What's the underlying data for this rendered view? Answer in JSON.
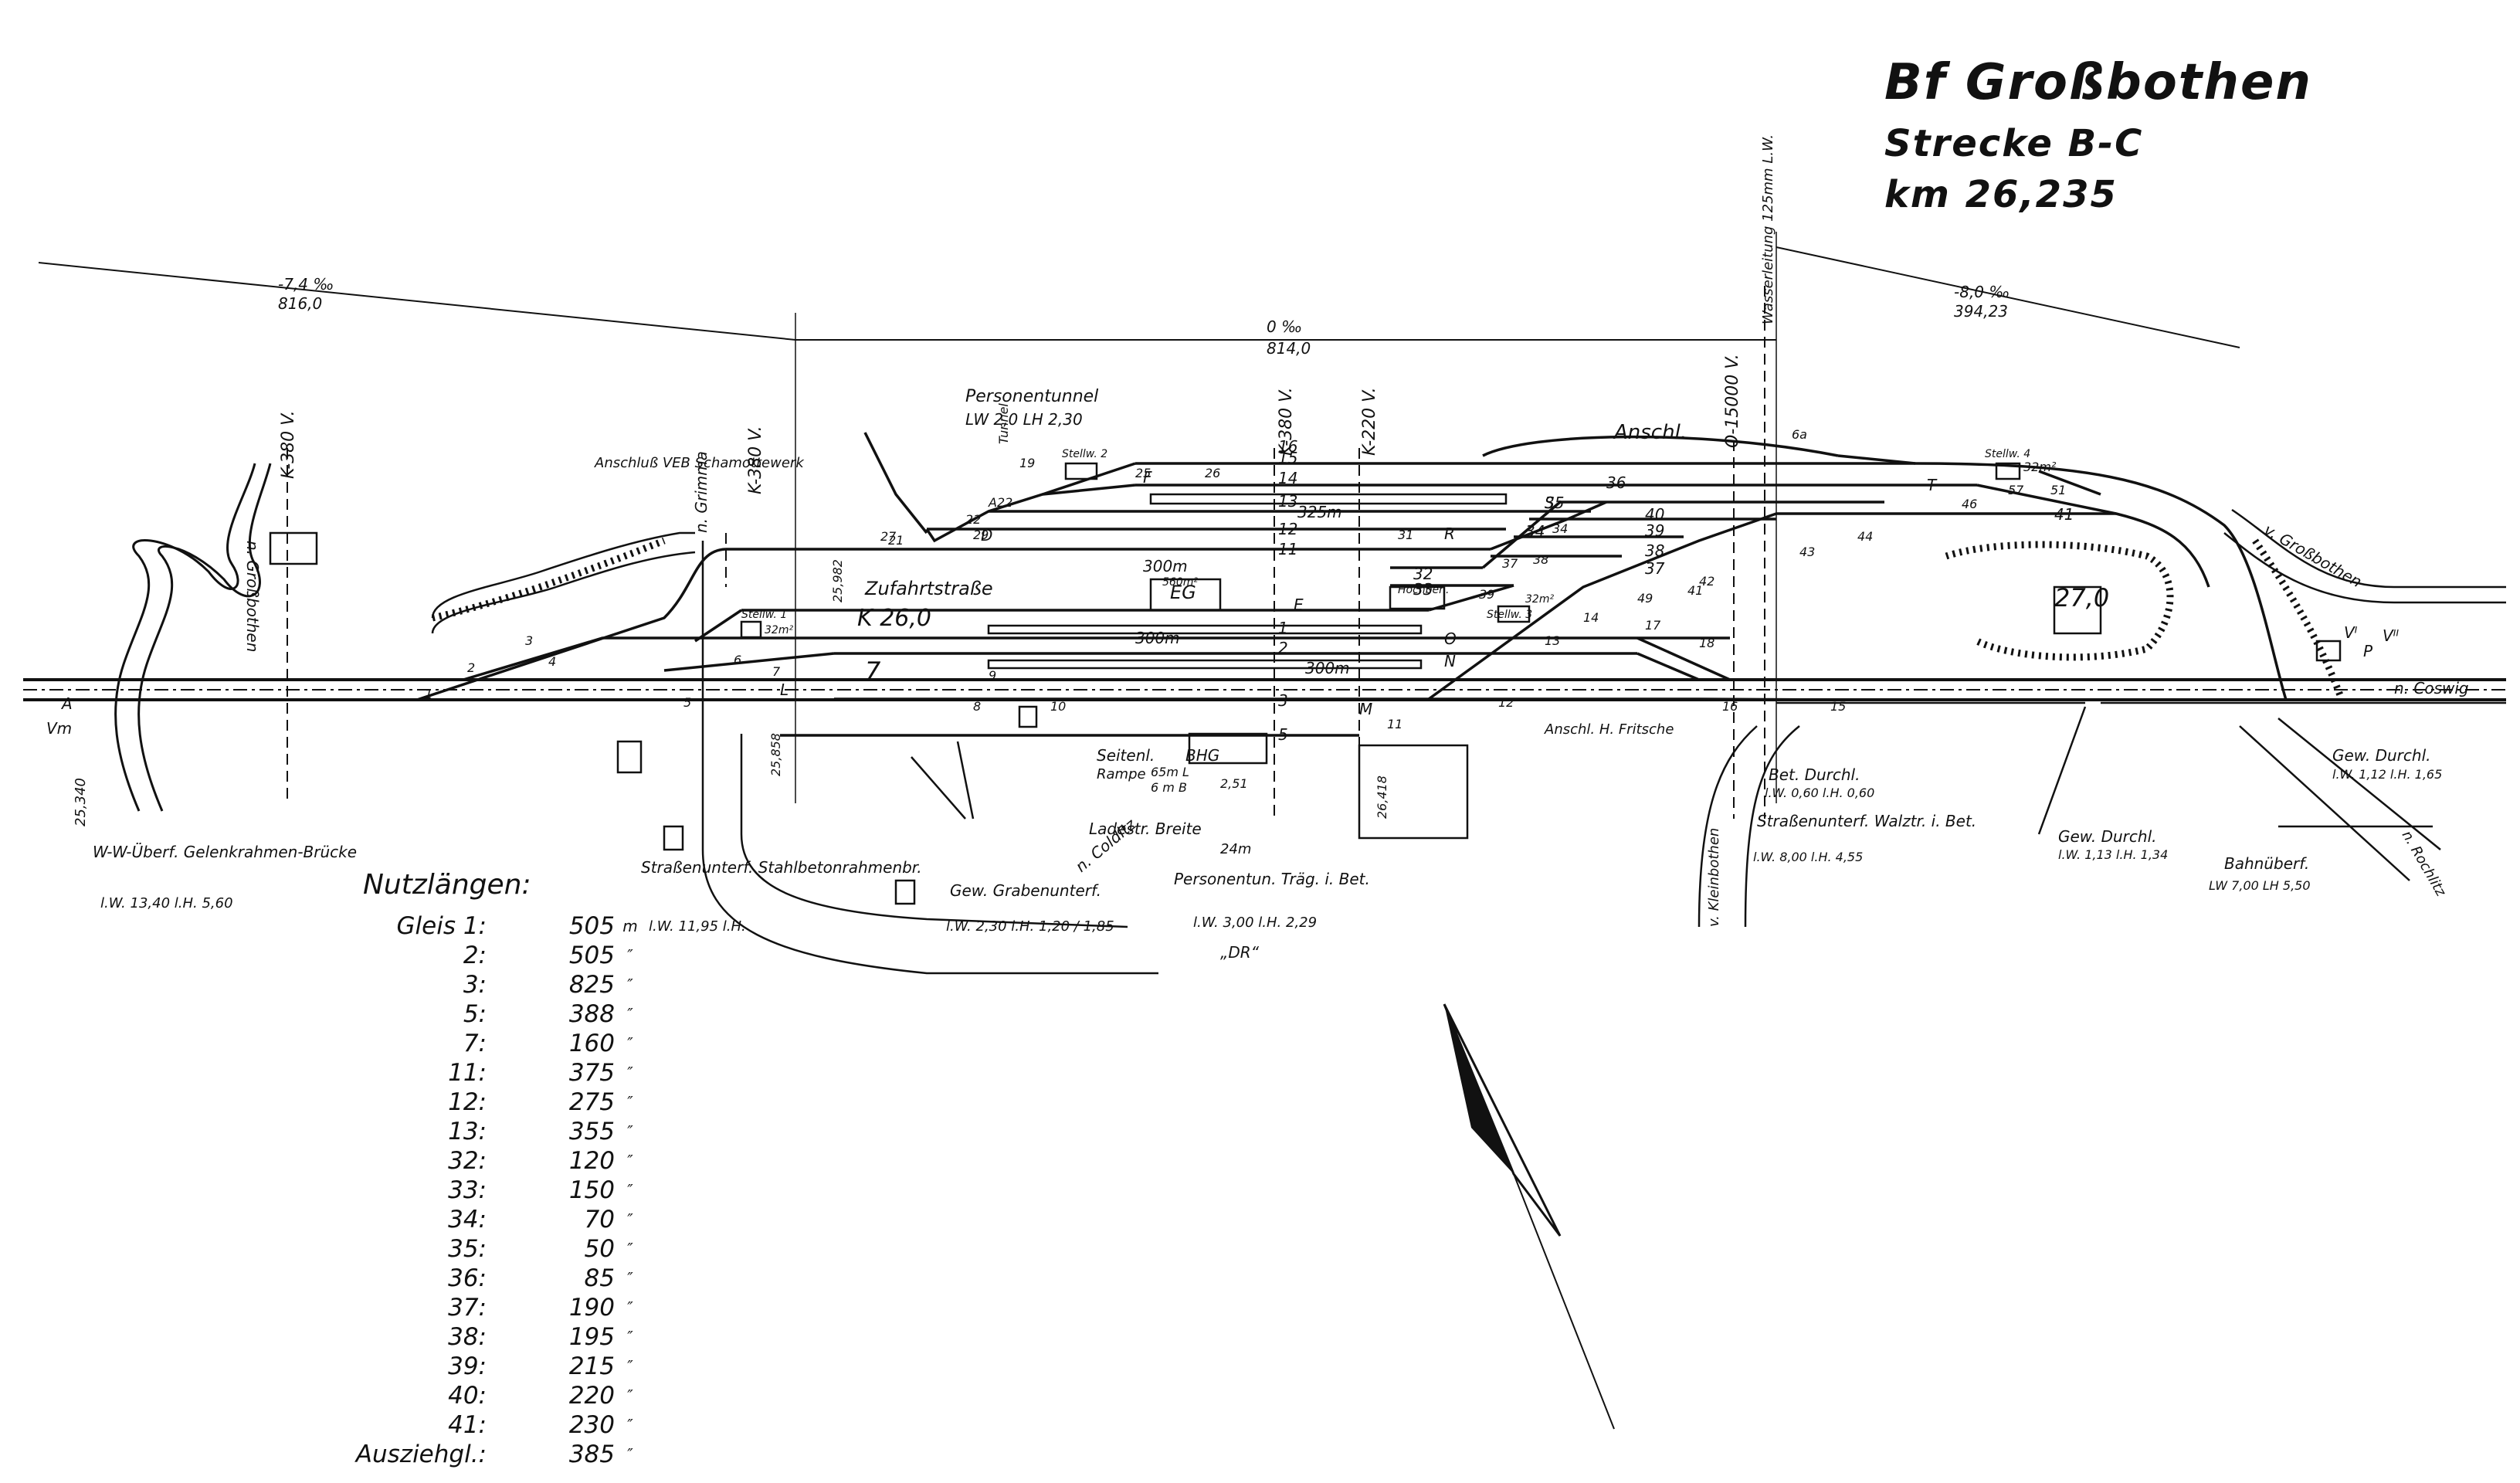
{
  "title": {
    "station": "Bf Großbothen",
    "line": "Strecke B-C",
    "km": "km 26,235"
  },
  "gradients": [
    {
      "slope": "-7,4 ‰",
      "length": "816,0"
    },
    {
      "slope": "0 ‰",
      "length": "814,0"
    },
    {
      "slope": "-8,0 ‰",
      "length": "394,23"
    }
  ],
  "km_markers": {
    "west": "25,340",
    "m26": "K 26,0",
    "m27": "27,0",
    "k25982": "25,982",
    "k25858": "25,858",
    "k26418": "26,418"
  },
  "cable_labels": [
    "K-380 V.",
    "K-380 V.",
    "K-380 V.",
    "K-220 V.",
    "O-15000 V.",
    "Wasserleitung 125mm L.W."
  ],
  "direction_labels": [
    "n. Großbothen",
    "n. Grimma",
    "n. Colditz",
    "v. Großbothen",
    "n. Coswig",
    "n. Rochlitz",
    "v. Kleinbothen"
  ],
  "tracks": [
    "1",
    "2",
    "3",
    "5",
    "7",
    "11",
    "12",
    "13",
    "14",
    "15",
    "16",
    "32",
    "33",
    "34",
    "35",
    "36",
    "37",
    "38",
    "39",
    "40",
    "41"
  ],
  "track_lengths_on_plan": [
    "300m",
    "325m",
    "300m",
    "300m"
  ],
  "switches": [
    "1",
    "2",
    "3",
    "4",
    "5",
    "6",
    "7",
    "8",
    "9",
    "10",
    "11",
    "12",
    "13",
    "14",
    "15",
    "16",
    "17",
    "18",
    "19",
    "21",
    "22",
    "25",
    "26",
    "27",
    "29",
    "31",
    "34",
    "37",
    "38",
    "39",
    "41",
    "42",
    "43",
    "44",
    "46",
    "49",
    "51",
    "57",
    "A22",
    "6a"
  ],
  "buildings": [
    {
      "id": "eg",
      "label": "EG",
      "area": "560m²"
    },
    {
      "id": "stellw1",
      "label": "Stellw. 1",
      "area": "32m²"
    },
    {
      "id": "stellw2",
      "label": "Stellw. 2"
    },
    {
      "id": "stellw3",
      "label": "Stellw. 3",
      "area": "32m²"
    },
    {
      "id": "stellw4",
      "label": "Stellw. 4",
      "area": "32m²"
    },
    {
      "id": "hochbeh",
      "label": "Hochbeh."
    }
  ],
  "signals": [
    "A",
    "Vm",
    "L",
    "E",
    "D",
    "F",
    "N",
    "O",
    "M",
    "R",
    "S",
    "T",
    "P",
    "Vᴵ",
    "Vᴵᴵ"
  ],
  "misc_labels": {
    "tunnel": "Personentunnel",
    "tunnel_dims": "LW 2,0 LH 2,30",
    "anschluss_schamott": "Anschluß VEB Schamottewerk",
    "anschl": "Anschl.",
    "anschl_fritsche": "Anschl. H. Fritsche",
    "zufahrt": "Zufahrtstraße",
    "tunnel_small": "Tunnel",
    "seitenl_bhg": "Seitenl.",
    "bhg": "BHG",
    "rampe": "Rampe",
    "rampe_dims_a": "65m L",
    "rampe_dims_b": "6 m B",
    "rampe_height": "2,51",
    "ladestr": "Ladestr. Breite",
    "ladestr_width": "24m"
  },
  "structures": [
    {
      "name": "W-W-Überf. Gelenkrahmen-Brücke",
      "dims": "l.W. 13,40 l.H. 5,60"
    },
    {
      "name": "Straßenunterf. Stahlbetonrahmenbr.",
      "dims": "l.W. 11,95 l.H."
    },
    {
      "name": "Gew. Grabenunterf.",
      "dims": "l.W. 2,30 l.H. 1,20 / 1,85"
    },
    {
      "name": "Personentun. Träg. i. Bet.",
      "dims": "l.W. 3,00 l.H. 2,29",
      "owner": "„DR“"
    },
    {
      "name": "Bet. Durchl.",
      "dims": "l.W. 0,60 l.H. 0,60"
    },
    {
      "name": "Straßenunterf. Walztr. i. Bet.",
      "dims": "l.W. 8,00 l.H. 4,55"
    },
    {
      "name": "Gew. Durchl.",
      "dims": "l.W. 1,13 l.H. 1,34"
    },
    {
      "name": "Bahnüberf.",
      "dims": "LW 7,00 LH 5,50"
    },
    {
      "name": "Gew. Durchl.",
      "dims": "l.W. 1,12 l.H. 1,65"
    }
  ],
  "lengths": {
    "heading": "Nutzlängen:",
    "unit": "m",
    "ditto": "″",
    "rows": [
      {
        "track": "Gleis 1:",
        "value": "505"
      },
      {
        "track": "2:",
        "value": "505"
      },
      {
        "track": "3:",
        "value": "825"
      },
      {
        "track": "5:",
        "value": "388"
      },
      {
        "track": "7:",
        "value": "160"
      },
      {
        "track": "11:",
        "value": "375"
      },
      {
        "track": "12:",
        "value": "275"
      },
      {
        "track": "13:",
        "value": "355"
      },
      {
        "track": "32:",
        "value": "120"
      },
      {
        "track": "33:",
        "value": "150"
      },
      {
        "track": "34:",
        "value": "70"
      },
      {
        "track": "35:",
        "value": "50"
      },
      {
        "track": "36:",
        "value": "85"
      },
      {
        "track": "37:",
        "value": "190"
      },
      {
        "track": "38:",
        "value": "195"
      },
      {
        "track": "39:",
        "value": "215"
      },
      {
        "track": "40:",
        "value": "220"
      },
      {
        "track": "41:",
        "value": "230"
      },
      {
        "track": "Ausziehgl.:",
        "value": "385"
      }
    ]
  }
}
